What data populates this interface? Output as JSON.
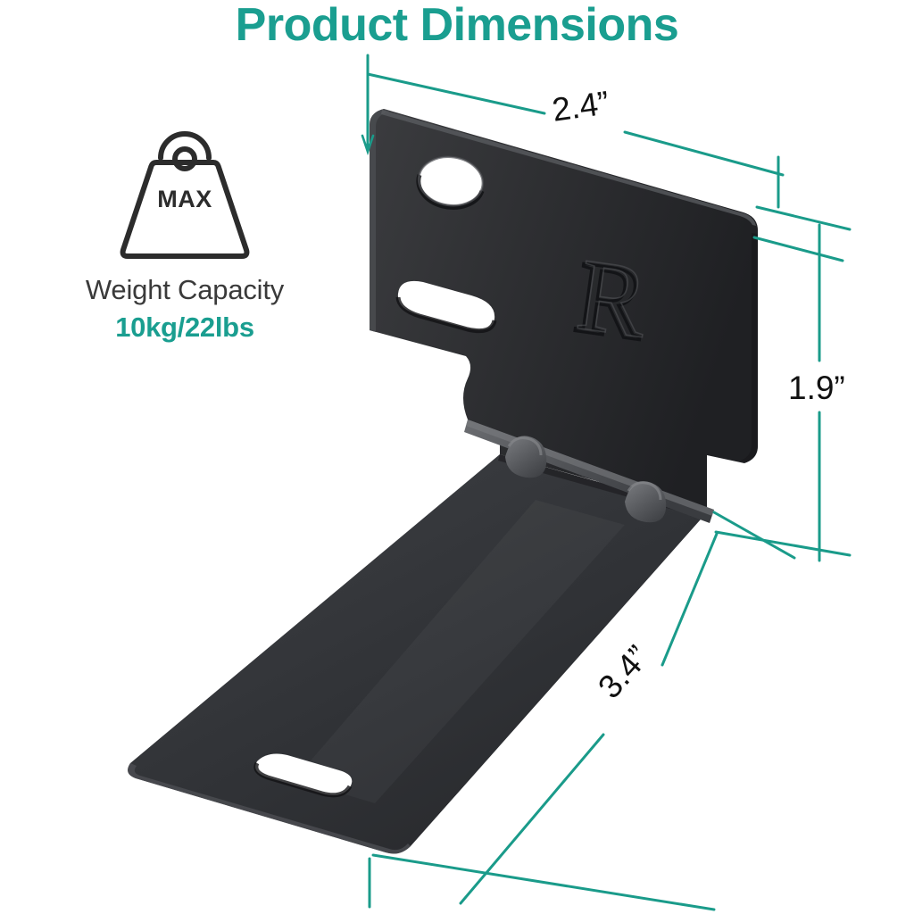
{
  "header": {
    "title": "Product Dimensions",
    "title_color": "#1a9e90"
  },
  "weight_capacity": {
    "icon_name": "weight-max-icon",
    "icon_text": "MAX",
    "label": "Weight Capacity",
    "value": "10kg/22lbs",
    "value_color": "#1a9e90",
    "label_color": "#3a3a3a"
  },
  "product": {
    "name": "L-shaped mounting bracket",
    "embossed_marking": "R",
    "body_color": "#2f3033",
    "features": [
      "oval-mounting-hole",
      "slotted-mounting-hole",
      "base-slot-hole",
      "bend-ridge-bumps"
    ]
  },
  "dimensions": {
    "line_color": "#1a9b8a",
    "items": [
      {
        "id": "width",
        "label": "2.4”",
        "axis": "top",
        "value": 2.4,
        "unit": "inch"
      },
      {
        "id": "height",
        "label": "1.9”",
        "axis": "right",
        "value": 1.9,
        "unit": "inch"
      },
      {
        "id": "depth",
        "label": "3.4”",
        "axis": "diagonal",
        "value": 3.4,
        "unit": "inch"
      }
    ]
  }
}
